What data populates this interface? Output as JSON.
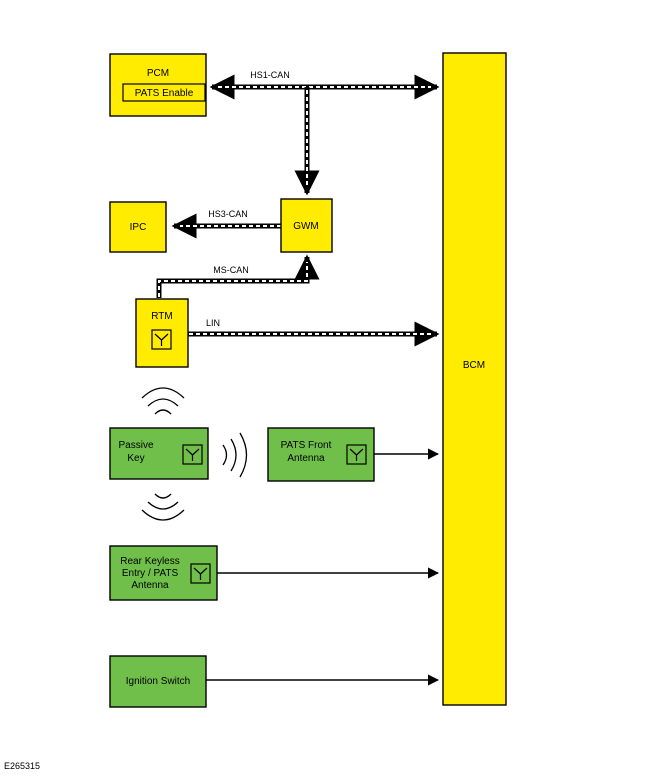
{
  "diagram": {
    "modules": {
      "pcm": {
        "label": "PCM",
        "sub_label": "PATS Enable"
      },
      "ipc": {
        "label": "IPC"
      },
      "gwm": {
        "label": "GWM"
      },
      "rtm": {
        "label": "RTM"
      },
      "bcm": {
        "label": "BCM"
      },
      "passive_key": {
        "line1": "Passive",
        "line2": "Key"
      },
      "pats_front": {
        "line1": "PATS Front",
        "line2": "Antenna"
      },
      "rear_keyless": {
        "line1": "Rear Keyless",
        "line2": "Entry / PATS",
        "line3": "Antenna"
      },
      "ignition": {
        "label": "Ignition Switch"
      }
    },
    "buses": {
      "hs1": "HS1-CAN",
      "hs3": "HS3-CAN",
      "ms": "MS-CAN",
      "lin": "LIN"
    },
    "colors": {
      "module": "#ffec00",
      "key_components": "#6fbf4a"
    },
    "figure_id": "E265315"
  }
}
